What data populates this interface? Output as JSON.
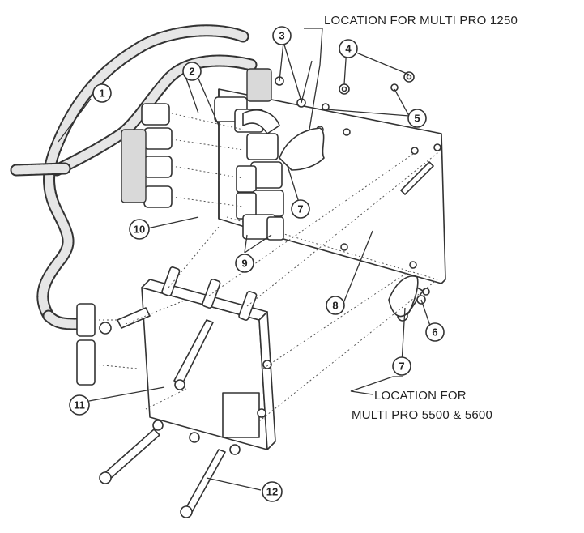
{
  "callouts": {
    "location_1250": "LOCATION FOR MULTI PRO 1250",
    "location_5500_line1": "LOCATION FOR",
    "location_5500_line2": "MULTI PRO 5500 & 5600"
  },
  "part_numbers": {
    "p1": "1",
    "p2": "2",
    "p3": "3",
    "p4": "4",
    "p5": "5",
    "p6": "6",
    "p7a": "7",
    "p7b": "7",
    "p8": "8",
    "p9": "9",
    "p10": "10",
    "p11": "11",
    "p12": "12"
  },
  "colors": {
    "line": "#333333",
    "background": "#ffffff"
  }
}
